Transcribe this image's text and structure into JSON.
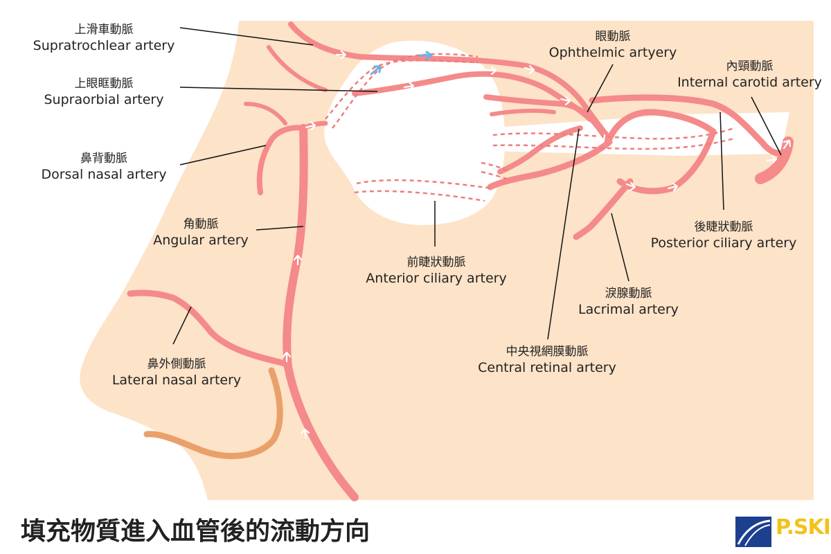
{
  "labels": {
    "supratrochlear": {
      "zh": "上滑車動脈",
      "en": "Supratrochlear artery"
    },
    "supraorbial": {
      "zh": "上眼眶動脈",
      "en": "Supraorbial artery"
    },
    "dorsal_nasal": {
      "zh": "鼻背動脈",
      "en": "Dorsal nasal artery"
    },
    "angular": {
      "zh": "角動脈",
      "en": "Angular artery"
    },
    "lateral_nasal": {
      "zh": "鼻外側動脈",
      "en": "Lateral nasal artery"
    },
    "ophthelmic": {
      "zh": "眼動脈",
      "en": "Ophthelmic artyery"
    },
    "internal_carotid": {
      "zh": "內頸動脈",
      "en": "Internal carotid artery"
    },
    "anterior_ciliary": {
      "zh": "前睫狀動脈",
      "en": "Anterior ciliary artery"
    },
    "posterior_ciliary": {
      "zh": "後睫狀動脈",
      "en": "Posterior ciliary artery"
    },
    "lacrimal": {
      "zh": "淚腺動脈",
      "en": "Lacrimal artery"
    },
    "central_retinal": {
      "zh": "中央視網膜動脈",
      "en": "Central retinal artery"
    }
  },
  "caption": "填充物質進入血管後的流動方向",
  "logo": {
    "text": "P.SKIN"
  },
  "colors": {
    "skin": "#fde3c8",
    "artery": "#f48a8a",
    "artery_dashed": "#f07c7c",
    "flow_arrow_blue": "#6ab3e3",
    "nostril": "#e9a06b",
    "logo_blue": "#1c3f8f",
    "logo_yellow": "#f2c21b"
  },
  "icons": [
    "flow-arrow-icon",
    "logo-icon"
  ]
}
